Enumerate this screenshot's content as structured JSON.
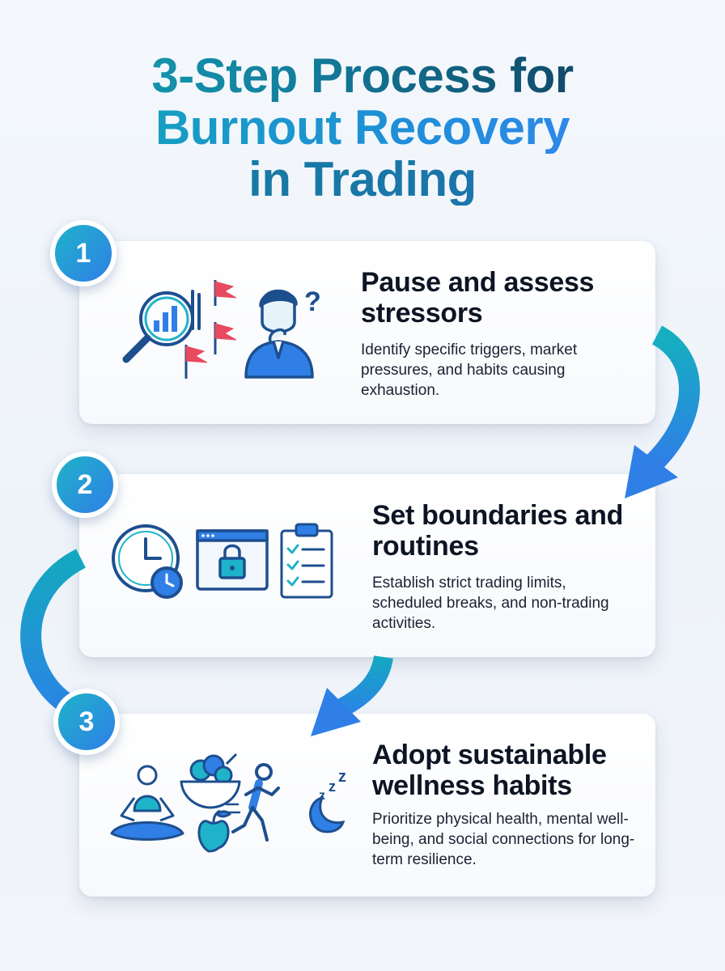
{
  "title": {
    "line1": "3-Step Process for",
    "line2": "Burnout Recovery",
    "line3": "in Trading"
  },
  "steps": [
    {
      "number": "1",
      "heading": "Pause and assess stressors",
      "description": "Identify specific triggers, market pressures, and habits causing exhaustion."
    },
    {
      "number": "2",
      "heading": "Set boundaries and routines",
      "description": "Establish strict trading limits, scheduled breaks, and non-trading activities."
    },
    {
      "number": "3",
      "heading": "Adopt sustainable wellness habits",
      "description": "Prioritize physical health, mental well-being, and social connections for long-term resilience."
    }
  ],
  "icons": {
    "step1": [
      "magnifier-chart-icon",
      "red-flag-icon",
      "thinking-person-icon",
      "question-mark-icon"
    ],
    "step2": [
      "clock-icon",
      "browser-lock-icon",
      "checklist-clipboard-icon"
    ],
    "step3": [
      "meditation-icon",
      "salad-bowl-icon",
      "apple-icon",
      "runner-icon",
      "moon-sleep-icon"
    ]
  },
  "colors": {
    "accent_teal": "#14a8b8",
    "accent_blue": "#2f7fe6",
    "icon_dark": "#1d4f8f",
    "flag_red": "#e84a5f",
    "heading": "#0d1424"
  }
}
